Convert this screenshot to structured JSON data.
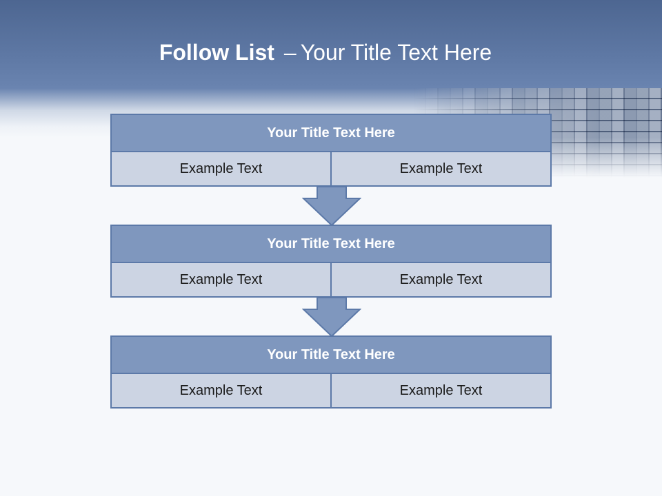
{
  "slide": {
    "title_bold": "Follow List",
    "title_dash": "–",
    "title_rest": "Your Title Text Here"
  },
  "colors": {
    "header_bg": "#5e78a4",
    "block_title_bg": "#7f97be",
    "block_cell_bg": "#ccd4e3",
    "block_border": "#5c79a8",
    "arrow_fill": "#7f97be"
  },
  "blocks": [
    {
      "title": "Your Title Text Here",
      "left_text": "Example Text",
      "right_text": "Example Text"
    },
    {
      "title": "Your Title Text Here",
      "left_text": "Example Text",
      "right_text": "Example Text"
    },
    {
      "title": "Your Title Text Here",
      "left_text": "Example Text",
      "right_text": "Example Text"
    }
  ]
}
